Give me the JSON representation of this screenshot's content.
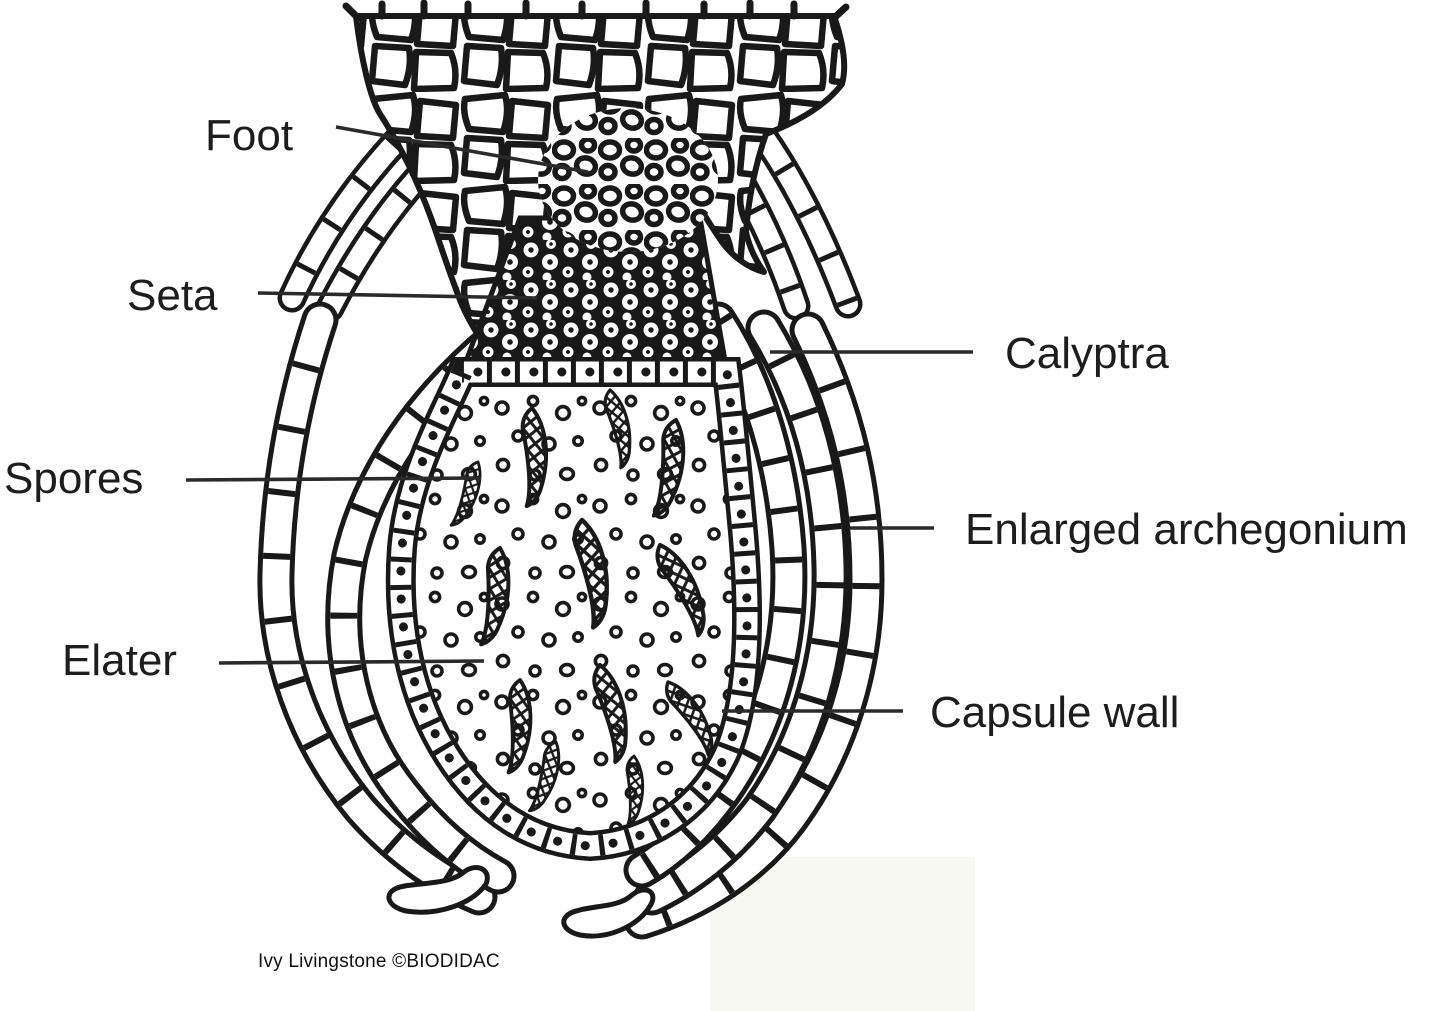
{
  "figure": {
    "labels": {
      "foot": "Foot",
      "seta": "Seta",
      "calyptra": "Calyptra",
      "spores": "Spores",
      "enlarged_archegonium": "Enlarged archegonium",
      "elater": "Elater",
      "capsule_wall": "Capsule wall"
    },
    "credit": "Ivy Livingstone ©BIODIDAC",
    "colors": {
      "ink": "#191919",
      "background": "#ffffff"
    }
  }
}
